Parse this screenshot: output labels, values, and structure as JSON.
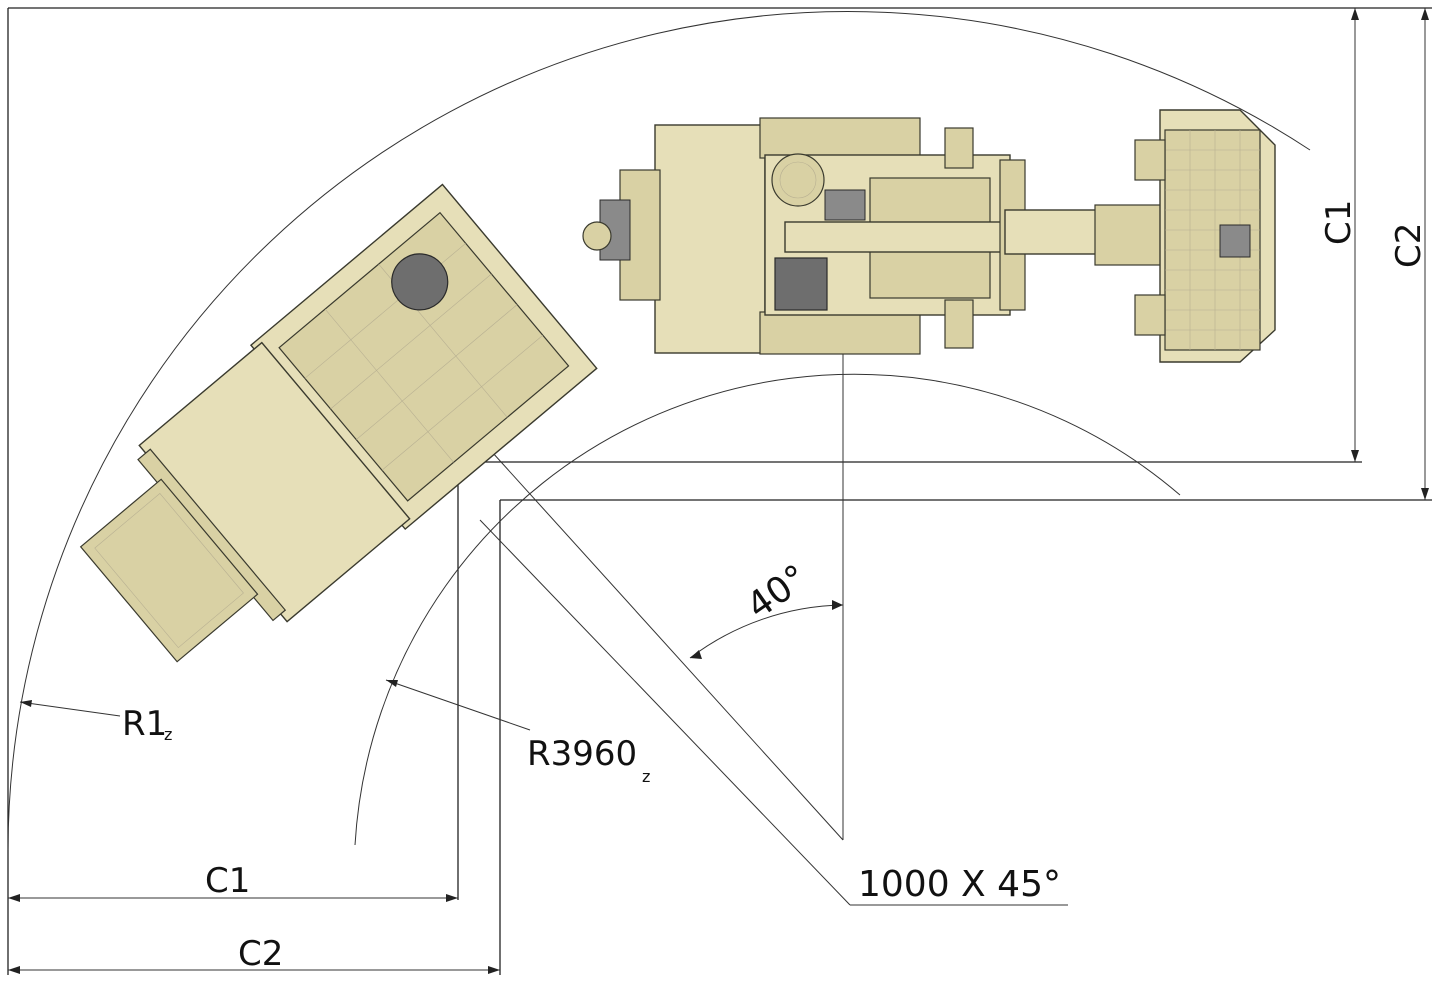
{
  "labels": {
    "r1": "R1",
    "r1_sub": "z",
    "r3960": "R3960",
    "r3960_sub": "z",
    "angle": "40°",
    "chamfer": "1000 X 45°",
    "c1_bottom": "C1",
    "c2_bottom": "C2",
    "c1_right": "C1",
    "c2_right": "C2"
  },
  "colors": {
    "machine_body": "#e6dfb8",
    "machine_shade": "#d9d1a4",
    "machine_dark": "#6e6e6e",
    "lines": "#222222"
  }
}
